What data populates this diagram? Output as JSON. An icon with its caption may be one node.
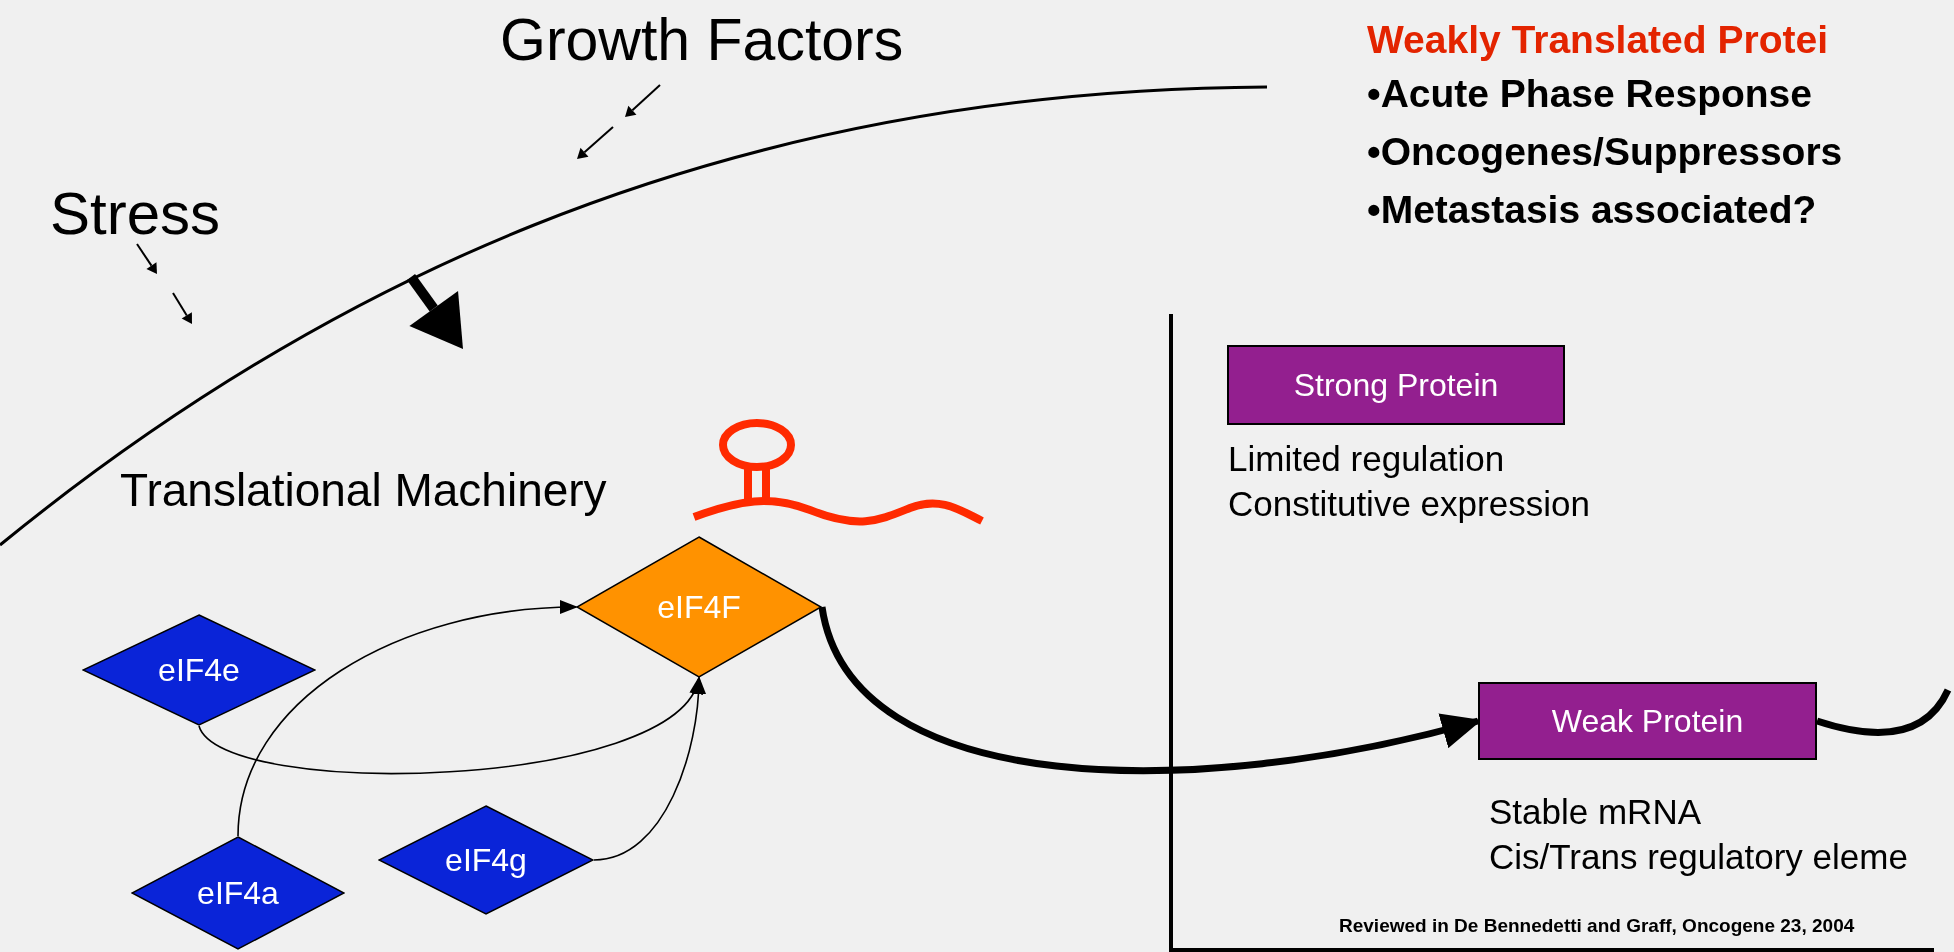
{
  "diagram": {
    "nodes": [
      {
        "text": [
          "eIF4F"
        ]
      },
      {
        "text": [
          "eIF4e"
        ]
      },
      {
        "text": [
          "eIF4g"
        ]
      },
      {
        "text": [
          "eIF4a"
        ]
      },
      {
        "text": [
          "Strong Protein"
        ],
        "beside": [
          "Limited regulation",
          "Constitutive expression"
        ]
      },
      {
        "text": [
          "Weak Protein"
        ],
        "beside": [
          "Stable mRNA",
          "Cis/Trans regulatory eleme"
        ]
      }
    ],
    "edges": [
      {
        "from": 3,
        "to": 0,
        "arrow": "to"
      },
      {
        "from": 1,
        "to": 0,
        "arrow": "to"
      },
      {
        "from": 2,
        "to": 0,
        "arrow": "to"
      },
      {
        "from": 0,
        "to": 5,
        "arrow": "to",
        "style": "thick"
      },
      {
        "from": 5,
        "to": null,
        "arrow": "none",
        "style": "thick"
      }
    ],
    "labels": [
      "Growth Factors",
      "Weakly Translated Protei",
      "•Acute Phase Response",
      "•Oncogenes/Suppressors",
      "•Metastasis associated?",
      "Stress",
      "Translational Machinery",
      "Reviewed in De Bennedetti and Graff, Oncogene 23, 2004"
    ]
  }
}
